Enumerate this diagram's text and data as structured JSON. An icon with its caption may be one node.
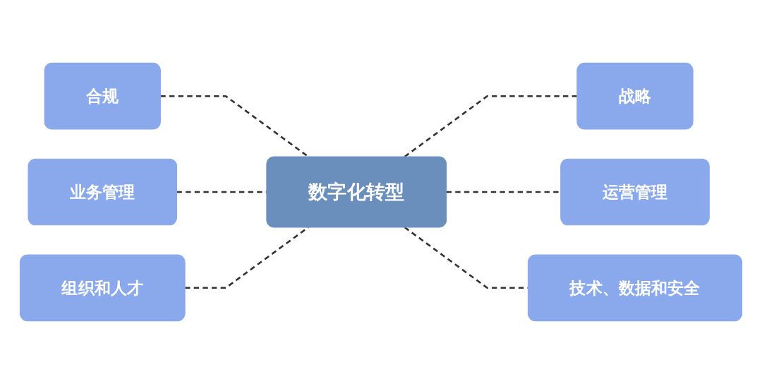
{
  "diagram": {
    "nodes": [
      {
        "text": [
          "合规"
        ]
      },
      {
        "text": [
          "战略"
        ]
      },
      {
        "text": [
          "业务管理"
        ]
      },
      {
        "text": [
          "数字化转型"
        ]
      },
      {
        "text": [
          "运营管理"
        ]
      },
      {
        "text": [
          "组织和人才"
        ]
      },
      {
        "text": [
          "技术、数据和安全"
        ]
      }
    ],
    "edges": [
      {
        "from": 0,
        "to": 3,
        "arrow": "none",
        "style": "dashed"
      },
      {
        "from": 2,
        "to": 3,
        "arrow": "none",
        "style": "dashed"
      },
      {
        "from": 5,
        "to": 3,
        "arrow": "none",
        "style": "dashed"
      },
      {
        "from": 3,
        "to": 1,
        "arrow": "none",
        "style": "dashed"
      },
      {
        "from": 3,
        "to": 4,
        "arrow": "none",
        "style": "dashed"
      },
      {
        "from": 3,
        "to": 6,
        "arrow": "none",
        "style": "dashed"
      }
    ]
  }
}
